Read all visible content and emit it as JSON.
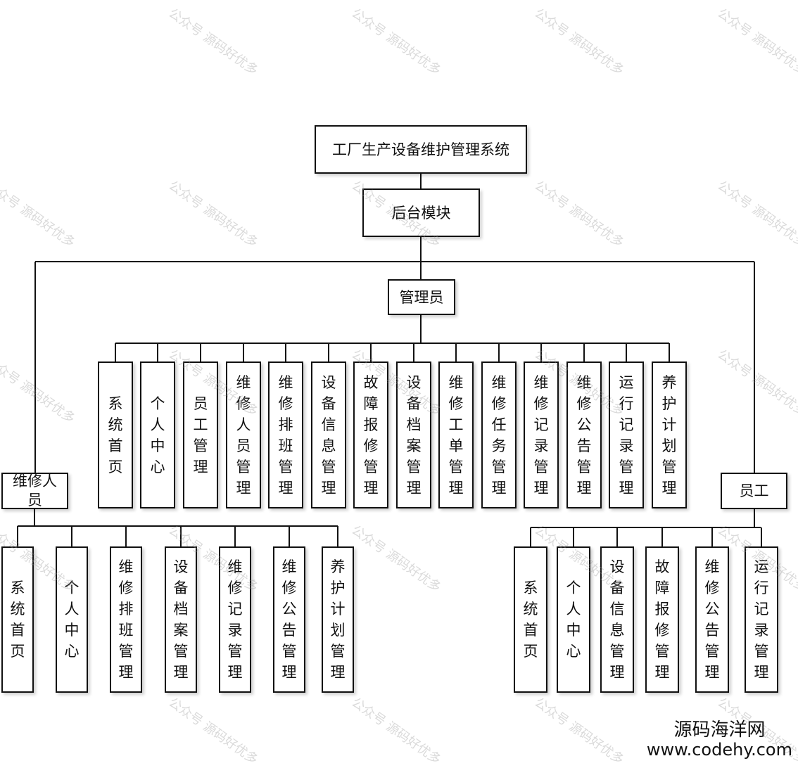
{
  "root": "工厂生产设备维护管理系统",
  "module": "后台模块",
  "roles": {
    "admin": {
      "label": "管理员",
      "items": [
        "系统首页",
        "个人中心",
        "员工管理",
        "维修人员管理",
        "维修排班管理",
        "设备信息管理",
        "故障报修管理",
        "设备档案管理",
        "维修工单管理",
        "维修任务管理",
        "维修记录管理",
        "维修公告管理",
        "运行记录管理",
        "养护计划管理"
      ]
    },
    "repairer": {
      "label": "维修人员",
      "items": [
        "系统首页",
        "个人中心",
        "维修排班管理",
        "设备档案管理",
        "维修记录管理",
        "维修公告管理",
        "养护计划管理"
      ]
    },
    "employee": {
      "label": "员工",
      "items": [
        "系统首页",
        "个人中心",
        "设备信息管理",
        "故障报修管理",
        "维修公告管理",
        "运行记录管理"
      ]
    }
  },
  "watermark": "公众号 源码好优多",
  "site_logo": {
    "name": "源码海洋网",
    "url": "www.codehy.com"
  }
}
